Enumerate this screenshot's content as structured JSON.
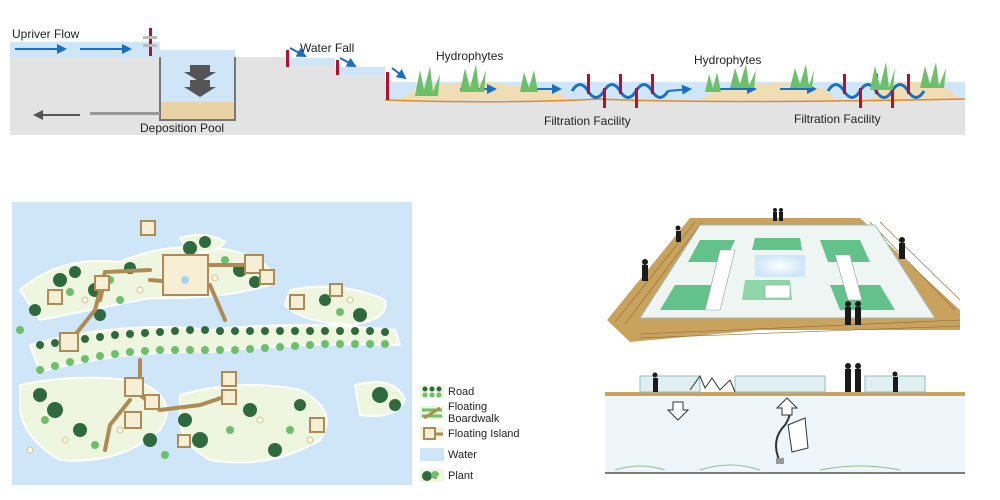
{
  "section": {
    "labels": {
      "upriver_flow": "Upriver Flow",
      "water_fall": "Water Fall",
      "deposition_pool": "Deposition Pool",
      "hydrophytes_1": "Hydrophytes",
      "hydrophytes_2": "Hydrophytes",
      "filtration_1": "Filtration Facility",
      "filtration_2": "Filtration Facility"
    }
  },
  "legend": {
    "items": [
      {
        "label": "Road",
        "icon": "road-swatch"
      },
      {
        "label": "Floating Boardwalk",
        "icon": "boardwalk-swatch"
      },
      {
        "label": "Floating Island",
        "icon": "island-swatch"
      },
      {
        "label": "Water",
        "icon": "water-swatch"
      },
      {
        "label": "Plant",
        "icon": "plant-swatch"
      }
    ]
  },
  "colors": {
    "water": "#cfe6f8",
    "water_deep": "#a9d2f2",
    "ground": "#e3e3e3",
    "sand": "#f1ddb4",
    "arrow": "#1a6fc2",
    "post": "#b3122e",
    "plant": "#6dc06a",
    "tree_dark": "#2f6a3e",
    "boardwalk": "#b08a55",
    "deck": "#c9a25e"
  }
}
